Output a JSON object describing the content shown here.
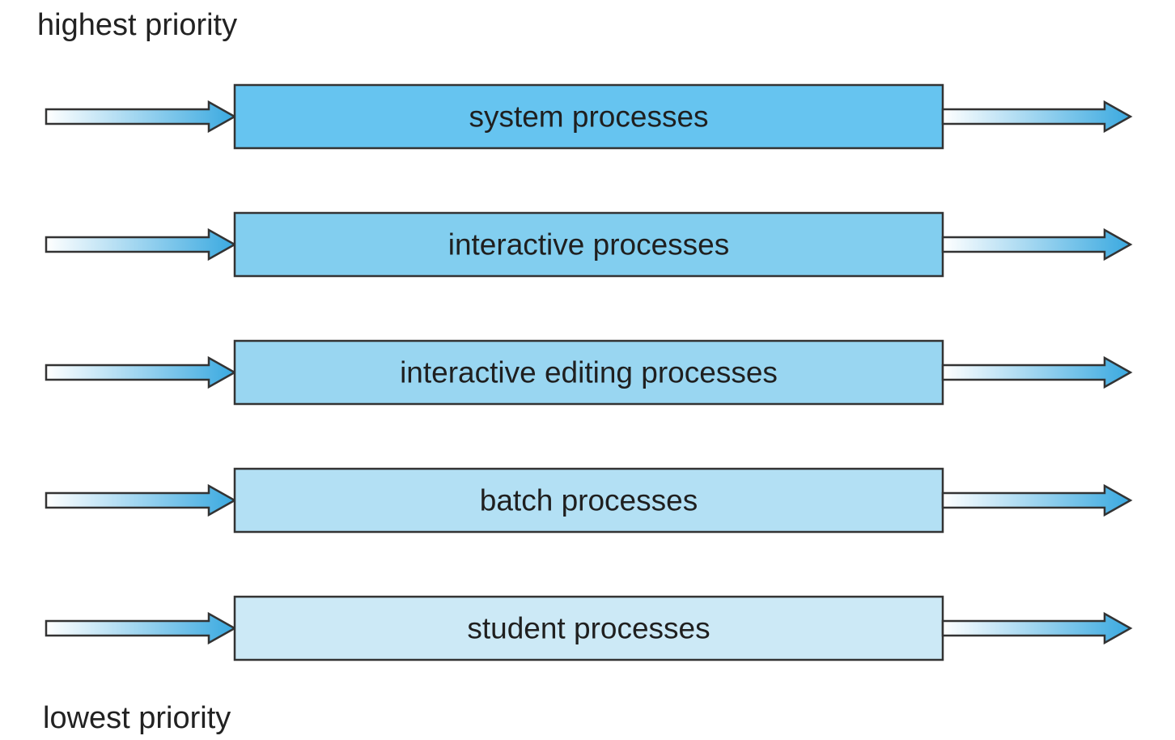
{
  "labels": {
    "top": "highest priority",
    "bottom": "lowest priority"
  },
  "queues": [
    {
      "label": "system processes",
      "fill": "#66c4f0"
    },
    {
      "label": "interactive processes",
      "fill": "#82ceef"
    },
    {
      "label": "interactive editing processes",
      "fill": "#99d6f1"
    },
    {
      "label": "batch processes",
      "fill": "#b3e0f4"
    },
    {
      "label": "student processes",
      "fill": "#cce9f6"
    }
  ],
  "colors": {
    "box_stroke": "#333333",
    "arrow_light": "#ffffff",
    "arrow_dark": "#3aa9e0"
  }
}
